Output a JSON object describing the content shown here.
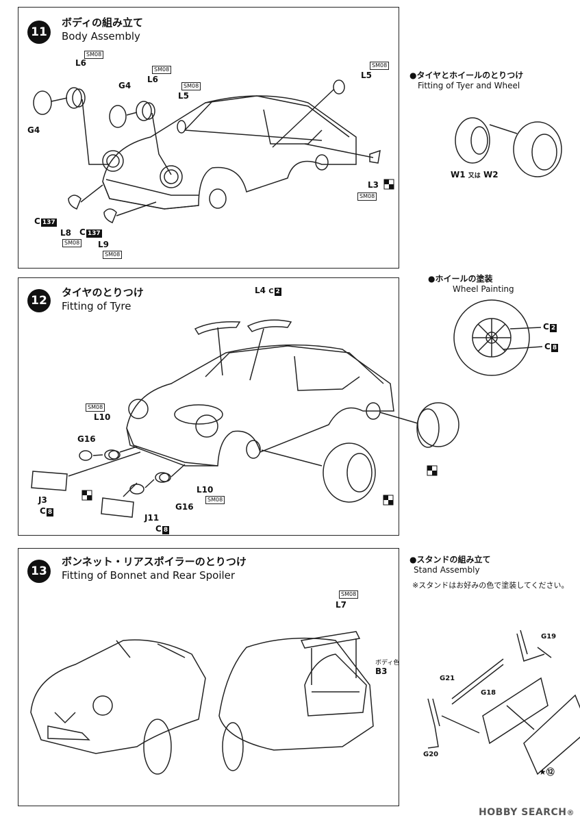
{
  "step11": {
    "number": "11",
    "title_ja": "ボディの組み立て",
    "title_en": "Body Assembly",
    "labels": {
      "g4a": "G4",
      "g4b": "G4",
      "l6a": "L6",
      "l6b": "L6",
      "l5a": "L5",
      "l5b": "L5",
      "l3": "L3",
      "l8": "L8",
      "l9": "L9",
      "c137": "C",
      "c137num": "137"
    },
    "tag": "SM08"
  },
  "step12": {
    "number": "12",
    "title_ja": "タイヤのとりつけ",
    "title_en": "Fitting of Tyre",
    "labels": {
      "l4": "L4",
      "c2": "C",
      "c2num": "2",
      "l10a": "L10",
      "l10b": "L10",
      "g16a": "G16",
      "g16b": "G16",
      "j3": "J3",
      "j11": "J11",
      "c8": "C",
      "c8num": "8"
    },
    "tag": "SM08"
  },
  "step13": {
    "number": "13",
    "title_ja": "ボンネット・リアスポイラーのとりつけ",
    "title_en": "Fitting of Bonnet and Rear Spoiler",
    "labels": {
      "l7": "L7",
      "b3": "B3",
      "body_color": "ボディ色"
    },
    "tag": "SM08"
  },
  "side": {
    "tyre_wheel_ja": "●タイヤとホイールのとりつけ",
    "tyre_wheel_en": "Fitting of Tyer and Wheel",
    "w_label": "W1",
    "w_or": "又は",
    "w2_label": "W2",
    "wheel_paint_ja": "●ホイールの塗装",
    "wheel_paint_en": "Wheel Painting",
    "wp_c2": "C",
    "wp_c2num": "2",
    "wp_c8": "C",
    "wp_c8num": "8",
    "stand_ja": "●スタンドの組み立て",
    "stand_en": "Stand Assembly",
    "stand_note": "※スタンドはお好みの色で塗装してください。",
    "g19": "G19",
    "g21": "G21",
    "g18": "G18",
    "g20": "G20",
    "decal_ref": "★⑫"
  },
  "watermark": {
    "brand": "HOBBY SEARCH",
    "reg": "®"
  }
}
